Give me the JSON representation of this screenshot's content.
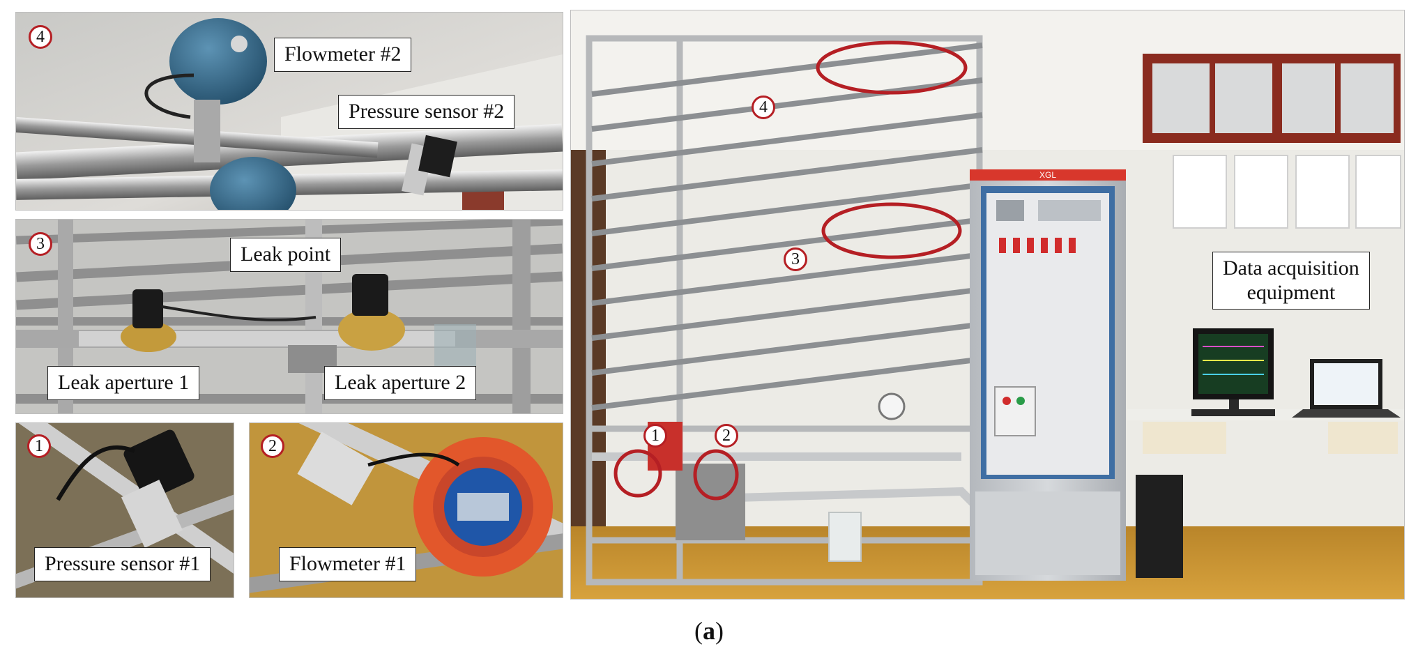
{
  "figure": {
    "caption_open": "(",
    "caption_letter": "a",
    "caption_close": ")"
  },
  "panel_4": {
    "number": "4",
    "labels": [
      "Flowmeter #2",
      "Pressure sensor #2"
    ]
  },
  "panel_3": {
    "number": "3",
    "labels": [
      "Leak point",
      "Leak aperture 1",
      "Leak aperture 2"
    ]
  },
  "panel_1": {
    "number": "1",
    "labels": [
      "Pressure sensor #1"
    ]
  },
  "panel_2": {
    "number": "2",
    "labels": [
      "Flowmeter #1"
    ]
  },
  "main_photo": {
    "markers": [
      "1",
      "2",
      "3",
      "4"
    ],
    "labels": [
      "Data acquisition\nequipment"
    ],
    "cabinet_brand": "XGL"
  },
  "colors": {
    "highlight_red": "#b51f24",
    "flowmeter_blue": "#3a6e8f",
    "flowmeter_orange": "#e2572b",
    "floor_yellow": "#c8962e",
    "cabinet_grey": "#c9cdd2",
    "cabinet_red": "#d8372c"
  }
}
